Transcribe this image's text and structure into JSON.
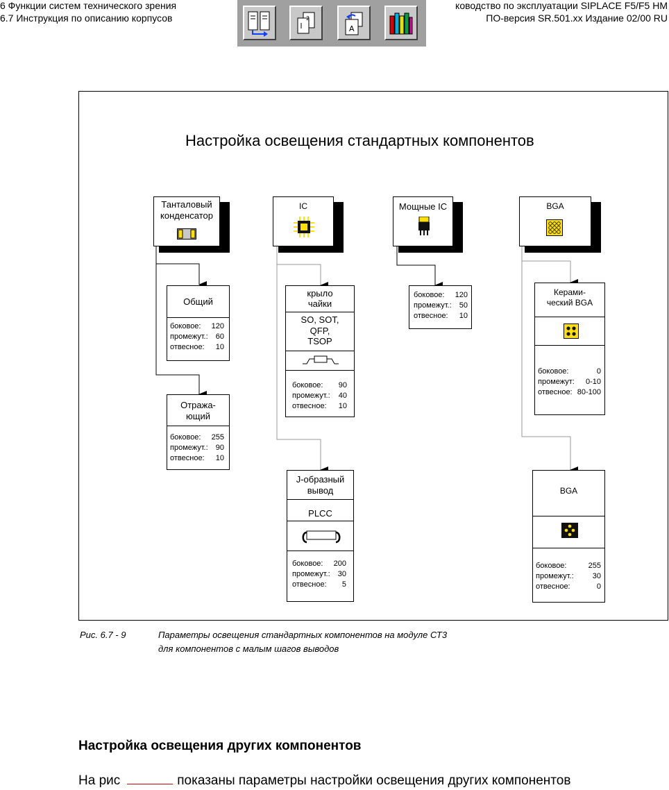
{
  "header": {
    "line1_left": "6 Функции систем технического зрения",
    "line2_left": "6.7 Инструкция по описанию корпусов",
    "line1_right": "ководство по эксплуатации SIPLACE F5/F5 HM",
    "line2_right": "ПО-версия SR.501.xx   Издание 02/00 RU"
  },
  "toolbar": {
    "buttons": [
      {
        "icon": "section-jump-icon"
      },
      {
        "icon": "page-stack-icon"
      },
      {
        "icon": "back-page-icon"
      },
      {
        "icon": "library-books-icon"
      }
    ]
  },
  "diagram": {
    "title": "Настройка освещения стандартных компонентов",
    "groups": {
      "tantal": {
        "line1": "Танталовый",
        "line2": "конденсатор"
      },
      "ic": {
        "label": "IC"
      },
      "power_ic": {
        "label": "Мощные IC"
      },
      "bga": {
        "label": "BGA"
      }
    },
    "settings_labels": {
      "side": "боковое:",
      "gap": "промежут.:",
      "vertical": "отвесное:"
    },
    "settings_labels_alt": {
      "gap": "промежут:"
    },
    "boxes": {
      "general": {
        "title": "Общий",
        "side": "120",
        "gap": "60",
        "vertical": "10"
      },
      "reflective": {
        "line1": "Отража-",
        "line2": "ющий",
        "side": "255",
        "gap": "90",
        "vertical": "10"
      },
      "gullwing": {
        "line1": "крыло",
        "line2": "чайки",
        "pkg1": "SO, SOT,",
        "pkg2": "QFP,",
        "pkg3": "TSOP",
        "side": "90",
        "gap": "40",
        "vertical": "10"
      },
      "jlead": {
        "line1": "J-образный",
        "line2": "вывод",
        "pkg": "PLCC",
        "side": "200",
        "gap": "30",
        "vertical": "5"
      },
      "power": {
        "side": "120",
        "gap": "50",
        "vertical": "10"
      },
      "ceramic_bga": {
        "line1": "Керами-",
        "line2": "ческий BGA",
        "side": "0",
        "gap": "0-10",
        "vertical": "80-100"
      },
      "bga": {
        "title": "BGA",
        "side": "255",
        "gap": "30",
        "vertical": "0"
      }
    }
  },
  "caption": {
    "number": "Рис. 6.7 - 9",
    "line1": "Параметры освещения стандартных компонентов на модуле СТ3",
    "line2": "для компонентов с малым шагов выводов"
  },
  "section": {
    "heading": "Настройка освещения других компонентов",
    "para_start": "На рис",
    "para_end": "показаны параметры настройки освещения других компонентов"
  },
  "colors": {
    "toolbar_bg": "#a0a0a0",
    "button_bg": "#c8c8c8",
    "chip_yellow": "#ffe000",
    "blank_line": "#d00000"
  }
}
